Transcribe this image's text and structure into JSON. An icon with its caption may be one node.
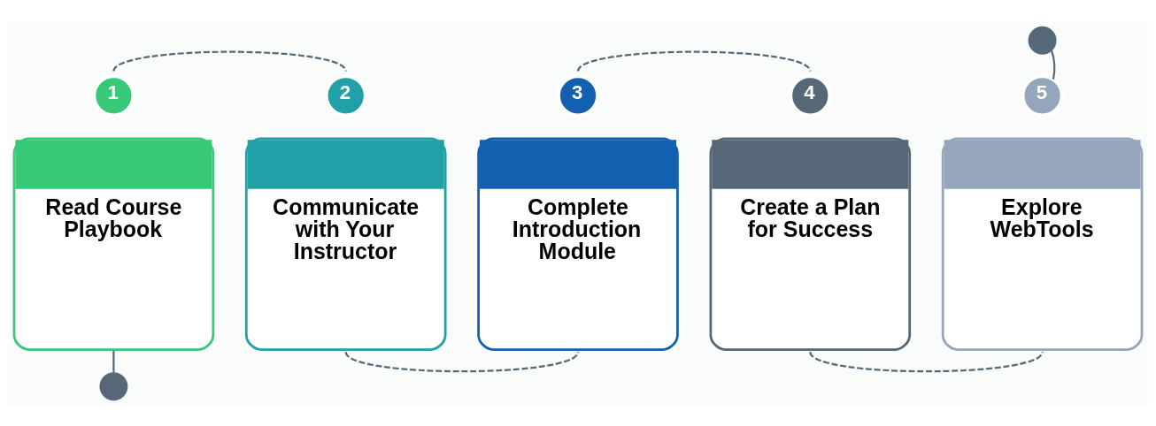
{
  "diagram": {
    "nodes": [
      {
        "text": [
          "1"
        ]
      },
      {
        "text": [
          "Read Course Playbook"
        ]
      },
      {
        "text": [
          "2"
        ]
      },
      {
        "text": [
          "Communicate with Your Instructor"
        ]
      },
      {
        "text": [
          "3"
        ]
      },
      {
        "text": [
          "Complete Introduction Module"
        ]
      },
      {
        "text": [
          "4"
        ]
      },
      {
        "text": [
          "Create a Plan for Success"
        ]
      },
      {
        "text": [
          "5"
        ]
      },
      {
        "text": [
          "Explore WebTools"
        ]
      },
      {
        "text": [],
        "shape": "circle"
      },
      {
        "text": [],
        "shape": "circle"
      }
    ],
    "edges": [
      {
        "from": 1,
        "to": 10,
        "arrow": "none"
      },
      {
        "from": 0,
        "to": 2,
        "arrow": "none",
        "style": "dashed"
      },
      {
        "from": 3,
        "to": 5,
        "arrow": "none",
        "style": "dashed"
      },
      {
        "from": 4,
        "to": 6,
        "arrow": "none",
        "style": "dashed"
      },
      {
        "from": 7,
        "to": 9,
        "arrow": "none",
        "style": "dashed"
      },
      {
        "from": 8,
        "to": 11,
        "arrow": "none"
      }
    ]
  }
}
